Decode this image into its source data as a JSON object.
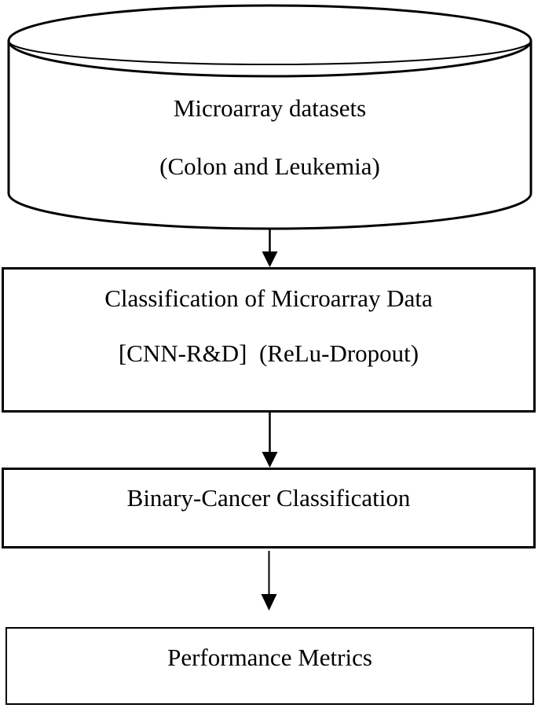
{
  "diagram": {
    "background_color": "#ffffff",
    "stroke_color": "#000000",
    "text_color": "#000000",
    "nodes": [
      {
        "id": "microarray-datasets",
        "shape": "cylinder",
        "lines": [
          "Microarray datasets",
          "(Colon and Leukemia)"
        ]
      },
      {
        "id": "classification-of-microarray-data",
        "shape": "rectangle",
        "lines": [
          "Classification of Microarray Data",
          "[CNN-R&D]  (ReLu-Dropout)"
        ]
      },
      {
        "id": "binary-cancer-classification",
        "shape": "rectangle",
        "lines": [
          "Binary-Cancer Classification"
        ]
      },
      {
        "id": "performance-metrics",
        "shape": "rectangle",
        "lines": [
          "Performance Metrics"
        ]
      }
    ],
    "edges": [
      {
        "from": "microarray-datasets",
        "to": "classification-of-microarray-data",
        "style": "arrow-down"
      },
      {
        "from": "classification-of-microarray-data",
        "to": "binary-cancer-classification",
        "style": "arrow-down"
      },
      {
        "from": "binary-cancer-classification",
        "to": "performance-metrics",
        "style": "arrow-down"
      }
    ]
  }
}
